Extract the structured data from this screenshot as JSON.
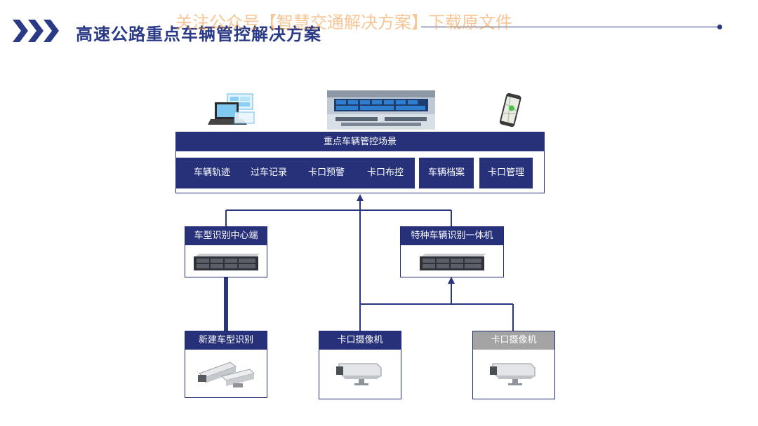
{
  "header": {
    "title": "高速公路重点车辆管控解决方案",
    "watermark": "关注公众号【智慧交通解决方案】下载原文件"
  },
  "scenario_panel": {
    "title": "重点车辆管控场景",
    "items": [
      "车辆轨迹",
      "过车记录",
      "卡口预警",
      "卡口布控",
      "车辆档案",
      "卡口管理"
    ]
  },
  "nodes": {
    "center_server": "车型识别中心端",
    "special_vehicle_unit": "特种车辆识别一体机",
    "new_vehicle_recognition": "新建车型识别",
    "checkpoint_camera_1": "卡口摄像机",
    "checkpoint_camera_2": "卡口摄像机"
  },
  "colors": {
    "primary": "#26317a",
    "title": "#2a3a86",
    "disabled_header": "#a4a4a4",
    "watermark": "#f2963c"
  }
}
